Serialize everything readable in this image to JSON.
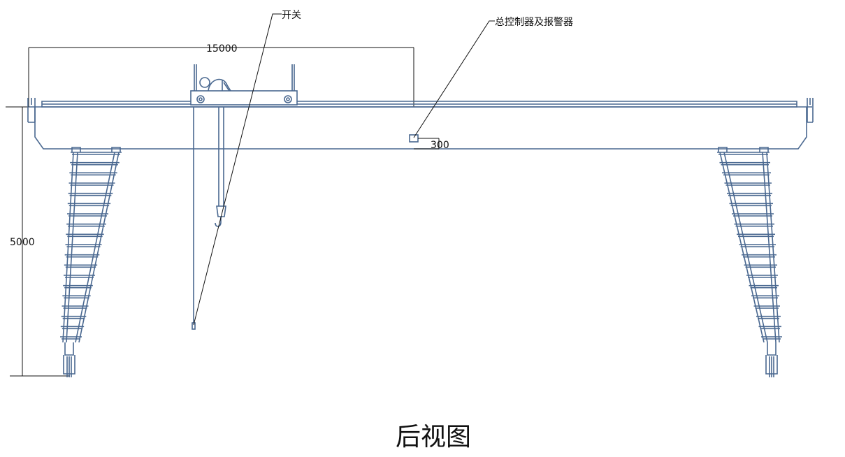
{
  "drawing": {
    "title": "后视图",
    "dimensions": {
      "span": "15000",
      "height": "5000",
      "offset": "300"
    },
    "labels": {
      "switch": "开关",
      "controller": "总控制器及报警器"
    },
    "colors": {
      "structure": "#4a6890",
      "annotation": "#111111"
    }
  }
}
